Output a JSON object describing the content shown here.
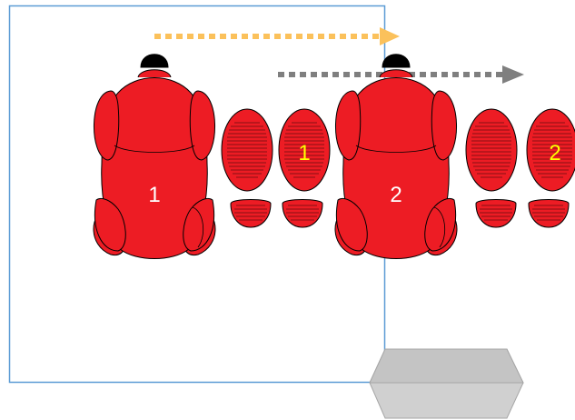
{
  "labels": {
    "robot_1": "1",
    "robot_2": "2",
    "paw_1": "1",
    "paw_2": "2"
  },
  "colors": {
    "body_fill": "#ed1c24",
    "outline": "#000000",
    "frame": "#5b9bd5",
    "arrow_orange": "#fbc15b",
    "arrow_gray": "#7f7f7f",
    "number_white": "#ffffff",
    "number_yellow": "#ffff00",
    "block_fill": "#d0d0d0",
    "block_stroke": "#a6a6a6"
  },
  "icons": {
    "robot": "robot-top-view-icon",
    "paw_print": "paw-print-icon",
    "arrow_orange": "dotted-arrow-right-icon",
    "arrow_gray": "dotted-arrow-right-icon",
    "block": "hexagonal-prism-icon"
  }
}
